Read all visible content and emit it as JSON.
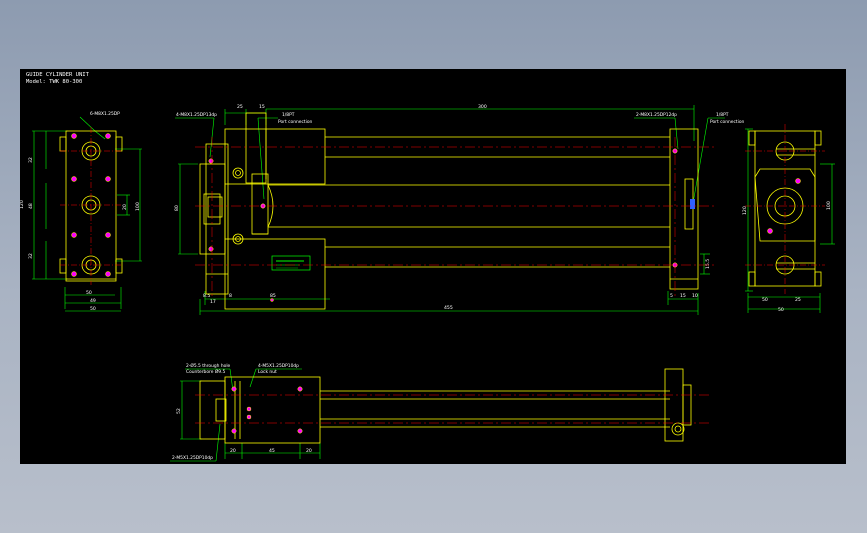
{
  "title_block": {
    "line1": "GUIDE CYLINDER UNIT",
    "line2": "Model: TWK 80-300"
  },
  "callouts": {
    "front_holes": "6-M8X1.25DP",
    "side_holes_left": "4-M8X1.25DP13dp",
    "port_top": "1/8PT",
    "port_note": "Port connection",
    "side_holes_right": "2-M8X1.25DP12dp",
    "port_right": "1/8PT",
    "port_right_note": "Port connection",
    "bottom_a": "2-Ø5.5 through hole",
    "bottom_a_note": "Counterbore Ø9.5",
    "bottom_b": "4-M5X1.25DP10dp",
    "bottom_b_note": "Lock nut",
    "bottom_c": "2-M5X1.25DP10dp"
  },
  "dimensions": {
    "front_w_outer": "50",
    "front_w_inner": "49",
    "front_h_total": "120",
    "front_h_a": "32",
    "front_h_b": "48",
    "front_h_c": "32",
    "front_right": "100",
    "front_bore": "20",
    "side_top_25": "25",
    "side_top_15": "15",
    "side_top_len": "300",
    "side_h_left": "80",
    "side_bot_a": "8.5",
    "side_bot_b": "17",
    "side_bot_c": "8",
    "side_bot_d": "85",
    "side_total": "455",
    "side_bot_r1": "5",
    "side_bot_r2": "15",
    "side_bot_r3": "10",
    "side_h_right": "15.5",
    "end_w_a": "50",
    "end_w_b": "25",
    "end_w_total": "50",
    "end_h": "120",
    "end_h_b": "100",
    "bot_h": "52",
    "bot_a": "20",
    "bot_b": "45",
    "bot_c": "20"
  },
  "colors": {
    "canvas": "#000000",
    "part_line": "#ffff00",
    "dim_line": "#00ff00",
    "center_line": "#ff0000",
    "hole": "#ff00ff",
    "text": "#ffffff"
  }
}
